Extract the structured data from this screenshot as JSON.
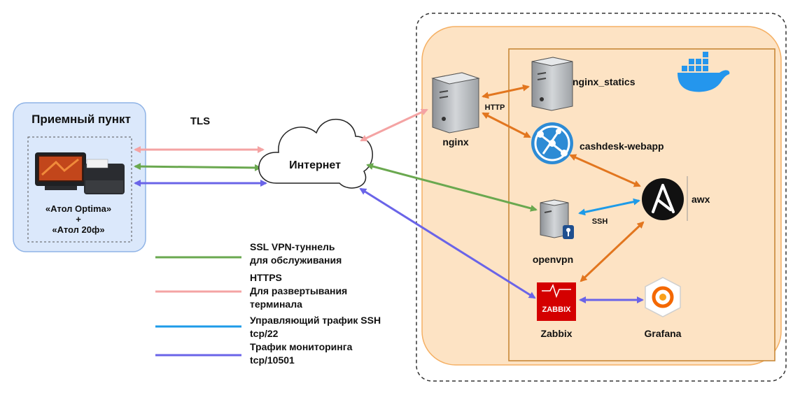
{
  "pickup_point": {
    "title": "Приемный пункт",
    "device_line1": "«Атол Optima»",
    "device_plus": "+",
    "device_line2": "«Атол 20ф»"
  },
  "tls_label": "TLS",
  "internet_label": "Интернет",
  "nodes": {
    "nginx": "nginx",
    "nginx_statics": "nginx_statics",
    "cashdesk": "cashdesk-webapp",
    "awx": "awx",
    "openvpn": "openvpn",
    "zabbix": "Zabbix",
    "zabbix_logo": "ZABBIX",
    "grafana": "Grafana"
  },
  "edge_labels": {
    "http": "HTTP",
    "ssh": "SSH"
  },
  "legend": [
    {
      "line1": "SSL VPN-туннель",
      "line2": "для обслуживания",
      "line3": "",
      "color": "#6aa84f"
    },
    {
      "line1": "HTTPS",
      "line2": "Для развертывания",
      "line3": "терминала",
      "color": "#f4a3a3"
    },
    {
      "line1": "Управляющий трафик SSH",
      "line2": "tcp/22",
      "line3": "",
      "color": "#1e9be8"
    },
    {
      "line1": "Трафик мониторинга",
      "line2": "tcp/10501",
      "line3": "",
      "color": "#6a64e8"
    }
  ],
  "colors": {
    "pickup_fill": "#dbe8fb",
    "zone_fill": "#fde3c4",
    "zone_stroke": "#f5b064",
    "orange_arrow": "#e2761f",
    "docker_blue": "#2496ed",
    "zabbix_red": "#d40000"
  }
}
